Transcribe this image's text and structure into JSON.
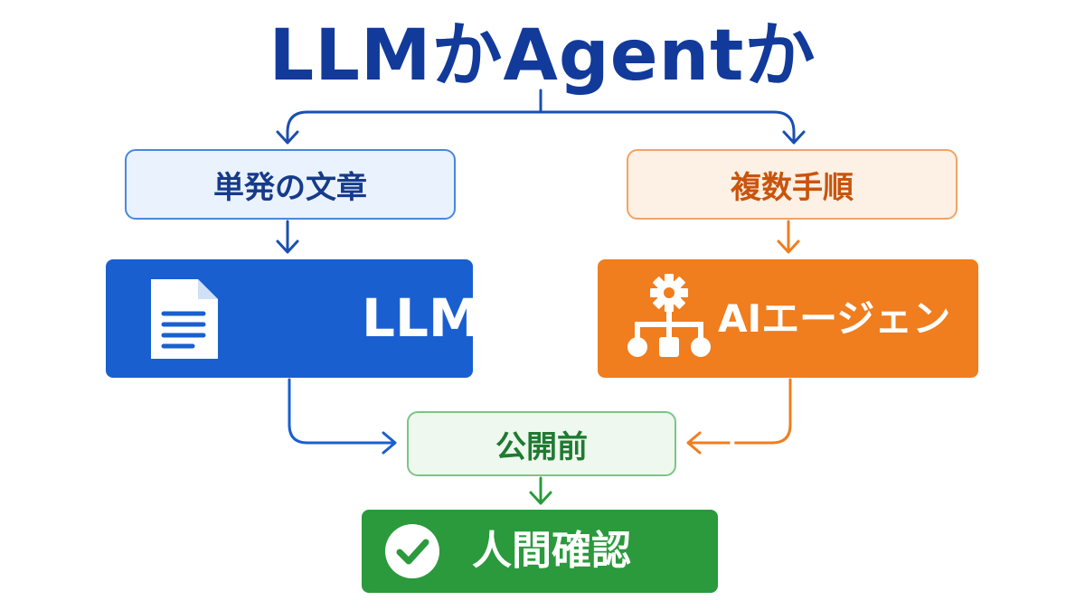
{
  "title": "LLMかAgentか",
  "nodes": {
    "single_doc": "単発の文章",
    "multi_step": "複数手順",
    "llm": "LLM",
    "ai_agent": "AIエージェント",
    "pre_publish": "公開前",
    "human_check": "人間確認"
  },
  "icons": {
    "llm": "document-icon",
    "ai_agent": "gear-flow-icon",
    "human_check": "checkmark-icon"
  },
  "colors": {
    "title": "#123a9a",
    "blue": "#1a5fcf",
    "blue_light_bg": "#eaf2fd",
    "blue_light_border": "#4a86e0",
    "blue_text": "#163b8c",
    "orange": "#f07d1e",
    "orange_light_bg": "#fdf0e4",
    "orange_light_border": "#f0a465",
    "orange_text": "#c9540c",
    "green": "#2a9a3c",
    "green_light_bg": "#eef8ee",
    "green_light_border": "#7cc486",
    "green_text": "#1f7a31"
  }
}
